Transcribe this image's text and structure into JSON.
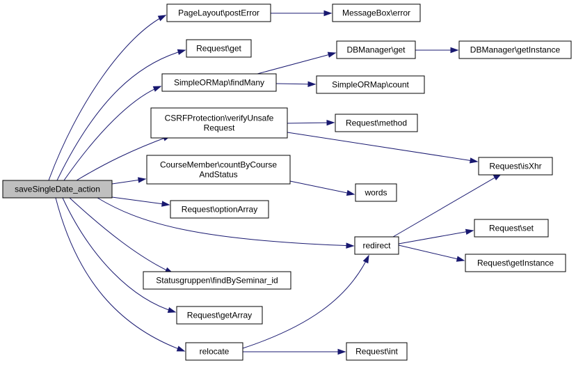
{
  "nodes": {
    "root": "saveSingleDate_action",
    "pagelayout_posterror": "PageLayout\\postError",
    "messagebox_error": "MessageBox\\error",
    "request_get": "Request\\get",
    "dbmanager_get": "DBManager\\get",
    "dbmanager_getinstance": "DBManager\\getInstance",
    "simpleormap_findmany": "SimpleORMap\\findMany",
    "simpleormap_count": "SimpleORMap\\count",
    "csrf_verify": [
      "CSRFProtection\\verifyUnsafe",
      "Request"
    ],
    "request_method": "Request\\method",
    "request_isxhr": "Request\\isXhr",
    "coursemember_count": [
      "CourseMember\\countByCourse",
      "AndStatus"
    ],
    "words": "words",
    "request_optionarray": "Request\\optionArray",
    "redirect": "redirect",
    "request_set": "Request\\set",
    "request_getinstance": "Request\\getInstance",
    "statusgruppen_find": "Statusgruppen\\findBySeminar_id",
    "request_getarray": "Request\\getArray",
    "relocate": "relocate",
    "request_int": "Request\\int"
  },
  "edges": [
    [
      "root",
      "pagelayout_posterror"
    ],
    [
      "pagelayout_posterror",
      "messagebox_error"
    ],
    [
      "root",
      "request_get"
    ],
    [
      "root",
      "simpleormap_findmany"
    ],
    [
      "simpleormap_findmany",
      "dbmanager_get"
    ],
    [
      "dbmanager_get",
      "dbmanager_getinstance"
    ],
    [
      "simpleormap_findmany",
      "simpleormap_count"
    ],
    [
      "root",
      "csrf_verify"
    ],
    [
      "csrf_verify",
      "request_method"
    ],
    [
      "csrf_verify",
      "request_isxhr"
    ],
    [
      "root",
      "coursemember_count"
    ],
    [
      "coursemember_count",
      "words"
    ],
    [
      "root",
      "request_optionarray"
    ],
    [
      "root",
      "redirect"
    ],
    [
      "redirect",
      "request_isxhr"
    ],
    [
      "redirect",
      "request_set"
    ],
    [
      "redirect",
      "request_getinstance"
    ],
    [
      "root",
      "statusgruppen_find"
    ],
    [
      "root",
      "request_getarray"
    ],
    [
      "root",
      "relocate"
    ],
    [
      "relocate",
      "redirect"
    ],
    [
      "relocate",
      "request_int"
    ]
  ],
  "colors": {
    "edge": "#191970",
    "root_fill": "#bfbfbf",
    "node_fill": "#ffffff",
    "border": "#000000"
  }
}
